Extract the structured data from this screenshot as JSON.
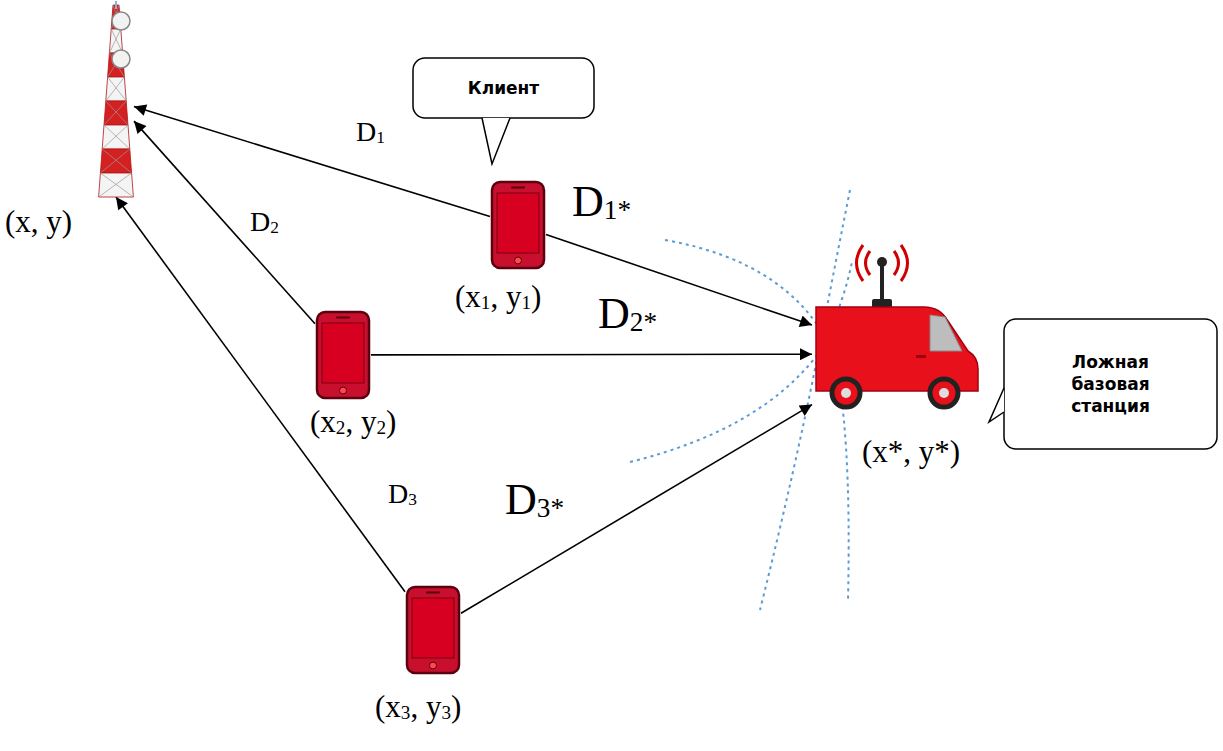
{
  "diagram": {
    "nodes": [
      {
        "text": [
          "(x, y)"
        ]
      },
      {
        "text": [
          "Клиент"
        ]
      },
      {
        "text": [
          "(x1, y1)"
        ]
      },
      {
        "text": [
          "(x2, y2)"
        ]
      },
      {
        "text": [
          "(x*, y*)"
        ]
      },
      {
        "text": [
          "Ложная базовая станция"
        ]
      },
      {
        "text": [
          "(x3, y3)"
        ]
      }
    ],
    "edges": [
      {
        "from": 2,
        "to": 0,
        "label": "D1",
        "arrow": "to"
      },
      {
        "from": 3,
        "to": 0,
        "label": "D2",
        "arrow": "to"
      },
      {
        "from": 6,
        "to": 0,
        "label": "D3",
        "arrow": "to"
      },
      {
        "from": 2,
        "to": 4,
        "label": "D1*",
        "arrow": "to"
      },
      {
        "from": 3,
        "to": 4,
        "label": "D2*",
        "arrow": "to"
      },
      {
        "from": 6,
        "to": 4,
        "label": "D3*",
        "arrow": "to"
      }
    ]
  }
}
